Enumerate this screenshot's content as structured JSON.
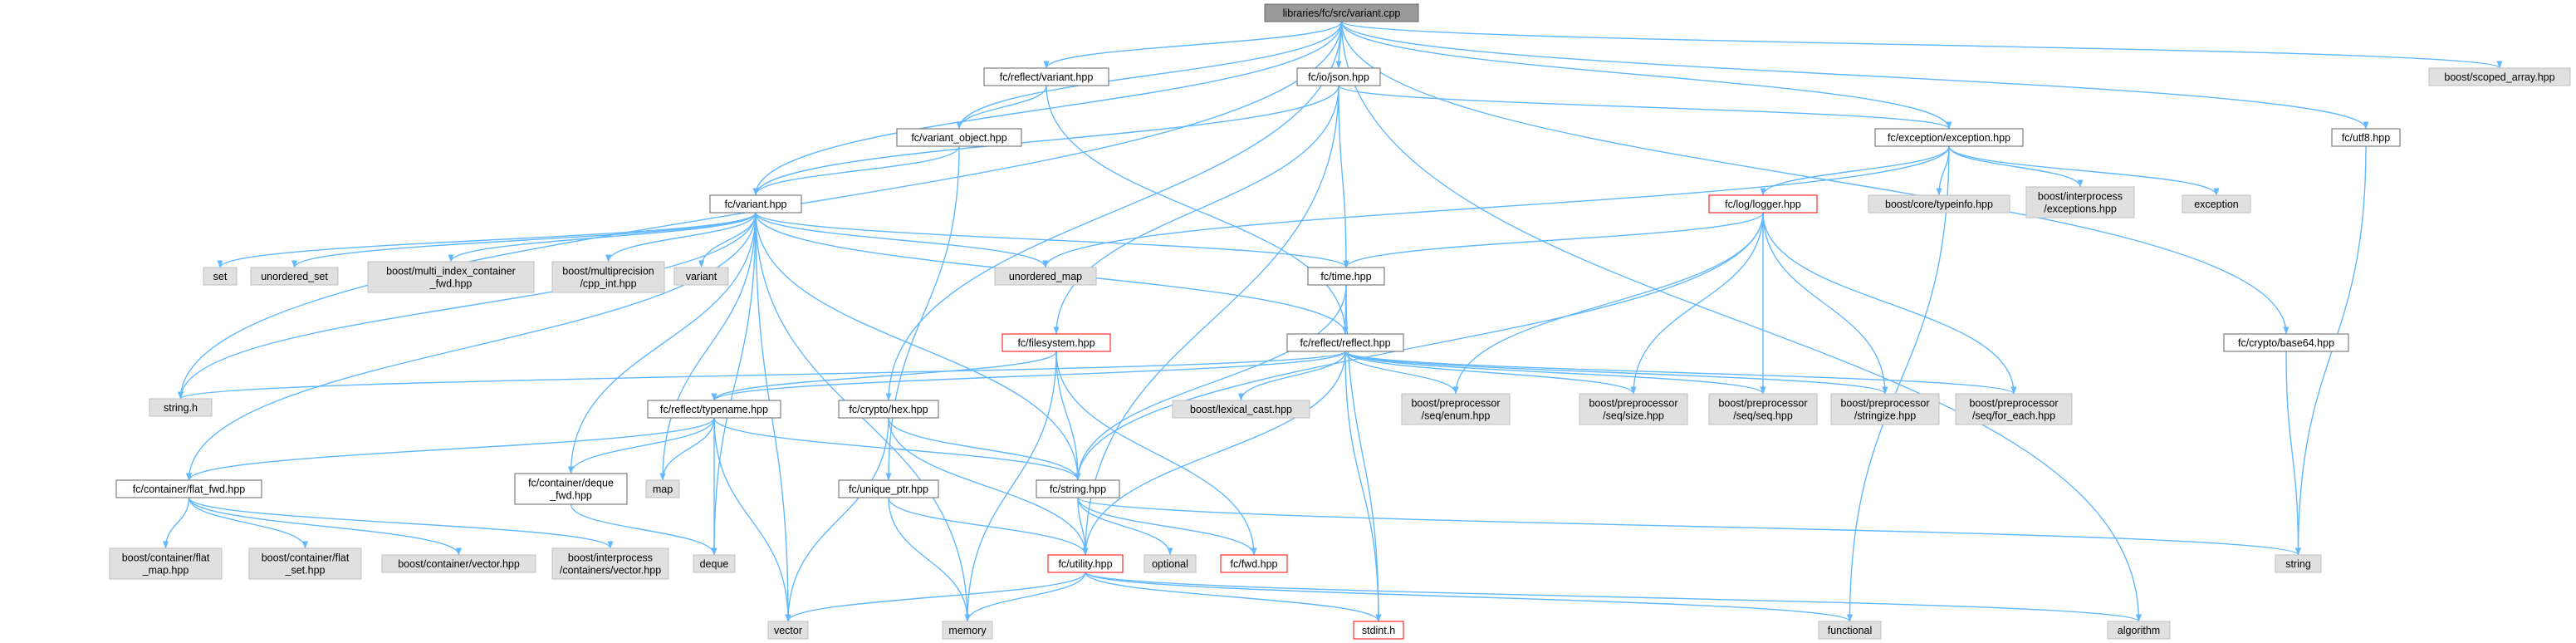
{
  "colors": {
    "edge": "#63b8ff",
    "root_fill": "#999999",
    "root_border": "#666666",
    "local_fill": "#ffffff",
    "local_border": "#666666",
    "system_fill": "#e0e0e0",
    "system_border": "#bfbfbf",
    "truncated_border": "#ff0000"
  },
  "nodes": [
    {
      "id": "variant_cpp",
      "label": [
        "libraries/fc/src/variant.cpp"
      ],
      "kind": "root"
    },
    {
      "id": "reflect_variant",
      "label": [
        "fc/reflect/variant.hpp"
      ],
      "kind": "local"
    },
    {
      "id": "io_json",
      "label": [
        "fc/io/json.hpp"
      ],
      "kind": "local"
    },
    {
      "id": "scoped_array",
      "label": [
        "boost/scoped_array.hpp"
      ],
      "kind": "system"
    },
    {
      "id": "variant_object",
      "label": [
        "fc/variant_object.hpp"
      ],
      "kind": "local"
    },
    {
      "id": "exception",
      "label": [
        "fc/exception/exception.hpp"
      ],
      "kind": "local"
    },
    {
      "id": "utf8",
      "label": [
        "fc/utf8.hpp"
      ],
      "kind": "local"
    },
    {
      "id": "variant_hpp",
      "label": [
        "fc/variant.hpp"
      ],
      "kind": "local"
    },
    {
      "id": "logger",
      "label": [
        "fc/log/logger.hpp"
      ],
      "kind": "truncated"
    },
    {
      "id": "core_typeinfo",
      "label": [
        "boost/core/typeinfo.hpp"
      ],
      "kind": "system"
    },
    {
      "id": "interprocess_exceptions",
      "label": [
        "boost/interprocess",
        "/exceptions.hpp"
      ],
      "kind": "system"
    },
    {
      "id": "std_exception",
      "label": [
        "exception"
      ],
      "kind": "system"
    },
    {
      "id": "set",
      "label": [
        "set"
      ],
      "kind": "system"
    },
    {
      "id": "unordered_set",
      "label": [
        "unordered_set"
      ],
      "kind": "system"
    },
    {
      "id": "multi_index_fwd",
      "label": [
        "boost/multi_index_container",
        "_fwd.hpp"
      ],
      "kind": "system"
    },
    {
      "id": "cpp_int",
      "label": [
        "boost/multiprecision",
        "/cpp_int.hpp"
      ],
      "kind": "system"
    },
    {
      "id": "std_variant",
      "label": [
        "variant"
      ],
      "kind": "system"
    },
    {
      "id": "unordered_map",
      "label": [
        "unordered_map"
      ],
      "kind": "system"
    },
    {
      "id": "time_hpp",
      "label": [
        "fc/time.hpp"
      ],
      "kind": "local"
    },
    {
      "id": "filesystem",
      "label": [
        "fc/filesystem.hpp"
      ],
      "kind": "truncated"
    },
    {
      "id": "reflect_reflect",
      "label": [
        "fc/reflect/reflect.hpp"
      ],
      "kind": "local"
    },
    {
      "id": "crypto_base64",
      "label": [
        "fc/crypto/base64.hpp"
      ],
      "kind": "local"
    },
    {
      "id": "string_h",
      "label": [
        "string.h"
      ],
      "kind": "system"
    },
    {
      "id": "reflect_typename",
      "label": [
        "fc/reflect/typename.hpp"
      ],
      "kind": "local"
    },
    {
      "id": "crypto_hex",
      "label": [
        "fc/crypto/hex.hpp"
      ],
      "kind": "local"
    },
    {
      "id": "lexical_cast",
      "label": [
        "boost/lexical_cast.hpp"
      ],
      "kind": "system"
    },
    {
      "id": "seq_enum",
      "label": [
        "boost/preprocessor",
        "/seq/enum.hpp"
      ],
      "kind": "system"
    },
    {
      "id": "seq_size",
      "label": [
        "boost/preprocessor",
        "/seq/size.hpp"
      ],
      "kind": "system"
    },
    {
      "id": "seq_seq",
      "label": [
        "boost/preprocessor",
        "/seq/seq.hpp"
      ],
      "kind": "system"
    },
    {
      "id": "stringize",
      "label": [
        "boost/preprocessor",
        "/stringize.hpp"
      ],
      "kind": "system"
    },
    {
      "id": "seq_for_each",
      "label": [
        "boost/preprocessor",
        "/seq/for_each.hpp"
      ],
      "kind": "system"
    },
    {
      "id": "flat_fwd",
      "label": [
        "fc/container/flat_fwd.hpp"
      ],
      "kind": "local"
    },
    {
      "id": "deque_fwd",
      "label": [
        "fc/container/deque",
        "_fwd.hpp"
      ],
      "kind": "local"
    },
    {
      "id": "std_map",
      "label": [
        "map"
      ],
      "kind": "system"
    },
    {
      "id": "unique_ptr",
      "label": [
        "fc/unique_ptr.hpp"
      ],
      "kind": "local"
    },
    {
      "id": "string_hpp",
      "label": [
        "fc/string.hpp"
      ],
      "kind": "local"
    },
    {
      "id": "flat_map",
      "label": [
        "boost/container/flat",
        "_map.hpp"
      ],
      "kind": "system"
    },
    {
      "id": "flat_set",
      "label": [
        "boost/container/flat",
        "_set.hpp"
      ],
      "kind": "system"
    },
    {
      "id": "container_vector",
      "label": [
        "boost/container/vector.hpp"
      ],
      "kind": "system"
    },
    {
      "id": "interprocess_vector",
      "label": [
        "boost/interprocess",
        "/containers/vector.hpp"
      ],
      "kind": "system"
    },
    {
      "id": "std_deque",
      "label": [
        "deque"
      ],
      "kind": "system"
    },
    {
      "id": "utility",
      "label": [
        "fc/utility.hpp"
      ],
      "kind": "truncated"
    },
    {
      "id": "optional",
      "label": [
        "optional"
      ],
      "kind": "system"
    },
    {
      "id": "fwd_hpp",
      "label": [
        "fc/fwd.hpp"
      ],
      "kind": "truncated"
    },
    {
      "id": "std_string",
      "label": [
        "string"
      ],
      "kind": "system"
    },
    {
      "id": "std_vector",
      "label": [
        "vector"
      ],
      "kind": "system"
    },
    {
      "id": "std_memory",
      "label": [
        "memory"
      ],
      "kind": "system"
    },
    {
      "id": "stdint",
      "label": [
        "stdint.h"
      ],
      "kind": "truncated"
    },
    {
      "id": "functional",
      "label": [
        "functional"
      ],
      "kind": "system"
    },
    {
      "id": "algorithm",
      "label": [
        "algorithm"
      ],
      "kind": "system"
    }
  ],
  "edges": [
    [
      "variant_cpp",
      "reflect_variant"
    ],
    [
      "variant_cpp",
      "io_json"
    ],
    [
      "variant_cpp",
      "scoped_array"
    ],
    [
      "variant_cpp",
      "variant_object"
    ],
    [
      "variant_cpp",
      "exception"
    ],
    [
      "variant_cpp",
      "utf8"
    ],
    [
      "variant_cpp",
      "variant_hpp"
    ],
    [
      "variant_cpp",
      "string_h"
    ],
    [
      "variant_cpp",
      "crypto_base64"
    ],
    [
      "variant_cpp",
      "crypto_hex"
    ],
    [
      "variant_cpp",
      "algorithm"
    ],
    [
      "reflect_variant",
      "variant_object"
    ],
    [
      "reflect_variant",
      "reflect_reflect"
    ],
    [
      "io_json",
      "variant_hpp"
    ],
    [
      "io_json",
      "exception"
    ],
    [
      "io_json",
      "time_hpp"
    ],
    [
      "io_json",
      "filesystem"
    ],
    [
      "io_json",
      "utility"
    ],
    [
      "variant_object",
      "variant_hpp"
    ],
    [
      "variant_object",
      "unique_ptr"
    ],
    [
      "exception",
      "logger"
    ],
    [
      "exception",
      "core_typeinfo"
    ],
    [
      "exception",
      "interprocess_exceptions"
    ],
    [
      "exception",
      "std_exception"
    ],
    [
      "exception",
      "unordered_map"
    ],
    [
      "exception",
      "functional"
    ],
    [
      "utf8",
      "std_string"
    ],
    [
      "crypto_base64",
      "std_string"
    ],
    [
      "variant_hpp",
      "set"
    ],
    [
      "variant_hpp",
      "unordered_set"
    ],
    [
      "variant_hpp",
      "multi_index_fwd"
    ],
    [
      "variant_hpp",
      "cpp_int"
    ],
    [
      "variant_hpp",
      "std_variant"
    ],
    [
      "variant_hpp",
      "unordered_map"
    ],
    [
      "variant_hpp",
      "time_hpp"
    ],
    [
      "variant_hpp",
      "reflect_reflect"
    ],
    [
      "variant_hpp",
      "string_h"
    ],
    [
      "variant_hpp",
      "flat_fwd"
    ],
    [
      "variant_hpp",
      "deque_fwd"
    ],
    [
      "variant_hpp",
      "std_map"
    ],
    [
      "variant_hpp",
      "string_hpp"
    ],
    [
      "variant_hpp",
      "std_deque"
    ],
    [
      "variant_hpp",
      "std_vector"
    ],
    [
      "variant_hpp",
      "std_memory"
    ],
    [
      "logger",
      "time_hpp"
    ],
    [
      "logger",
      "seq_enum"
    ],
    [
      "logger",
      "seq_size"
    ],
    [
      "logger",
      "seq_seq"
    ],
    [
      "logger",
      "stringize"
    ],
    [
      "logger",
      "seq_for_each"
    ],
    [
      "logger",
      "string_hpp"
    ],
    [
      "time_hpp",
      "reflect_reflect"
    ],
    [
      "time_hpp",
      "string_hpp"
    ],
    [
      "time_hpp",
      "stdint"
    ],
    [
      "filesystem",
      "reflect_typename"
    ],
    [
      "filesystem",
      "string_hpp"
    ],
    [
      "filesystem",
      "fwd_hpp"
    ],
    [
      "filesystem",
      "std_memory"
    ],
    [
      "reflect_reflect",
      "string_h"
    ],
    [
      "reflect_reflect",
      "reflect_typename"
    ],
    [
      "reflect_reflect",
      "lexical_cast"
    ],
    [
      "reflect_reflect",
      "seq_enum"
    ],
    [
      "reflect_reflect",
      "seq_size"
    ],
    [
      "reflect_reflect",
      "seq_seq"
    ],
    [
      "reflect_reflect",
      "stringize"
    ],
    [
      "reflect_reflect",
      "seq_for_each"
    ],
    [
      "reflect_reflect",
      "utility"
    ],
    [
      "reflect_reflect",
      "stdint"
    ],
    [
      "reflect_typename",
      "flat_fwd"
    ],
    [
      "reflect_typename",
      "deque_fwd"
    ],
    [
      "reflect_typename",
      "std_map"
    ],
    [
      "reflect_typename",
      "std_deque"
    ],
    [
      "reflect_typename",
      "string_hpp"
    ],
    [
      "reflect_typename",
      "std_vector"
    ],
    [
      "crypto_hex",
      "string_hpp"
    ],
    [
      "crypto_hex",
      "utility"
    ],
    [
      "crypto_hex",
      "std_vector"
    ],
    [
      "flat_fwd",
      "flat_map"
    ],
    [
      "flat_fwd",
      "flat_set"
    ],
    [
      "flat_fwd",
      "container_vector"
    ],
    [
      "flat_fwd",
      "interprocess_vector"
    ],
    [
      "deque_fwd",
      "std_deque"
    ],
    [
      "unique_ptr",
      "utility"
    ],
    [
      "unique_ptr",
      "std_memory"
    ],
    [
      "string_hpp",
      "utility"
    ],
    [
      "string_hpp",
      "optional"
    ],
    [
      "string_hpp",
      "fwd_hpp"
    ],
    [
      "string_hpp",
      "std_string"
    ],
    [
      "utility",
      "std_vector"
    ],
    [
      "utility",
      "std_memory"
    ],
    [
      "utility",
      "stdint"
    ],
    [
      "utility",
      "functional"
    ],
    [
      "utility",
      "algorithm"
    ]
  ]
}
